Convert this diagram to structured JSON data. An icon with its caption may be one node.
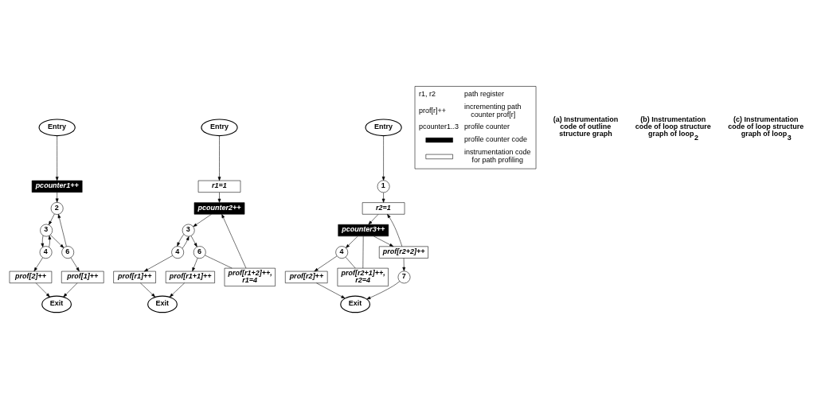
{
  "diagram": {
    "nodes": [
      {
        "text": [
          "Entry"
        ]
      },
      {
        "text": [
          "pcounter1++"
        ]
      },
      {
        "text": [
          "2"
        ]
      },
      {
        "text": [
          "3"
        ]
      },
      {
        "text": [
          "4"
        ]
      },
      {
        "text": [
          "6"
        ]
      },
      {
        "text": [
          "prof[1]++"
        ]
      },
      {
        "text": [
          "prof[2]++"
        ]
      },
      {
        "text": [
          "Exit"
        ]
      },
      {
        "text": [
          "Entry"
        ]
      },
      {
        "text": [
          "r1=1"
        ]
      },
      {
        "text": [
          "pcounter2++"
        ]
      },
      {
        "text": [
          "3"
        ]
      },
      {
        "text": [
          "4"
        ]
      },
      {
        "text": [
          "prof[r1+2]++, r1=4"
        ]
      },
      {
        "text": [
          "6"
        ]
      },
      {
        "text": [
          "prof[r1+1]++"
        ]
      },
      {
        "text": [
          "prof[r1]++"
        ]
      },
      {
        "text": [
          "Exit"
        ]
      },
      {
        "text": [
          "Entry"
        ]
      },
      {
        "text": [
          "1"
        ]
      },
      {
        "text": [
          "r2=1"
        ]
      },
      {
        "text": [
          "pcounter3++"
        ]
      },
      {
        "text": [
          "4"
        ]
      },
      {
        "text": [
          "prof[r2+1]++, r2=4"
        ]
      },
      {
        "text": [
          "prof[r2+2]++"
        ]
      },
      {
        "text": [
          "7"
        ]
      },
      {
        "text": [
          "prof[r2]++"
        ]
      },
      {
        "text": [
          "Exit"
        ]
      }
    ],
    "edges": [
      {
        "from": 0,
        "to": 1,
        "arrow": "to"
      },
      {
        "from": 1,
        "to": 2,
        "arrow": "to"
      },
      {
        "from": 2,
        "to": 3,
        "arrow": "to"
      },
      {
        "from": 3,
        "to": 5,
        "arrow": "to"
      },
      {
        "from": 3,
        "to": 4,
        "arrow": "to"
      },
      {
        "from": 4,
        "to": 3,
        "arrow": "to"
      },
      {
        "from": 5,
        "to": 2,
        "arrow": "to"
      },
      {
        "from": 5,
        "to": 6,
        "arrow": "to"
      },
      {
        "from": 4,
        "to": 7,
        "arrow": "to"
      },
      {
        "from": 6,
        "to": 8,
        "arrow": "to"
      },
      {
        "from": 7,
        "to": 8,
        "arrow": "to"
      },
      {
        "from": 9,
        "to": 10,
        "arrow": "to"
      },
      {
        "from": 10,
        "to": 11,
        "arrow": "to"
      },
      {
        "from": 11,
        "to": 12,
        "arrow": "to"
      },
      {
        "from": 12,
        "to": 15,
        "arrow": "to"
      },
      {
        "from": 12,
        "to": 13,
        "arrow": "to"
      },
      {
        "from": 13,
        "to": 12,
        "arrow": "to"
      },
      {
        "from": 15,
        "to": 14,
        "arrow": "none"
      },
      {
        "from": 14,
        "to": 11,
        "arrow": "to"
      },
      {
        "from": 15,
        "to": 16,
        "arrow": "to"
      },
      {
        "from": 13,
        "to": 17,
        "arrow": "to"
      },
      {
        "from": 16,
        "to": 18,
        "arrow": "to"
      },
      {
        "from": 17,
        "to": 18,
        "arrow": "to"
      },
      {
        "from": 19,
        "to": 20,
        "arrow": "to"
      },
      {
        "from": 20,
        "to": 21,
        "arrow": "to"
      },
      {
        "from": 21,
        "to": 22,
        "arrow": "to"
      },
      {
        "from": 22,
        "to": 23,
        "arrow": "to"
      },
      {
        "from": 23,
        "to": 24,
        "arrow": "none"
      },
      {
        "from": 24,
        "to": 22,
        "arrow": "none"
      },
      {
        "from": 22,
        "to": 25,
        "arrow": "to"
      },
      {
        "from": 25,
        "to": 21,
        "arrow": "to"
      },
      {
        "from": 25,
        "to": 26,
        "arrow": "to"
      },
      {
        "from": 23,
        "to": 27,
        "arrow": "to"
      },
      {
        "from": 26,
        "to": 28,
        "arrow": "to"
      },
      {
        "from": 27,
        "to": 28,
        "arrow": "to"
      }
    ],
    "labels": [
      "r1, r2",
      "path register",
      "prof[r]++",
      "incrementing path counter prof[r]",
      "pcounter1..3",
      "profile counter",
      "(a) Instrumentation code of outline structure graph",
      "(b) Instrumentation code of loop structure graph of loop$_{2}$",
      "(c) Instrumentation code of loop structure graph of loop$_{3}$"
    ],
    "legend": [
      {
        "text": "profile counter code",
        "color": "#000000"
      },
      {
        "text": "instrumentation code for path profiling",
        "color": "#ffffff"
      }
    ]
  }
}
